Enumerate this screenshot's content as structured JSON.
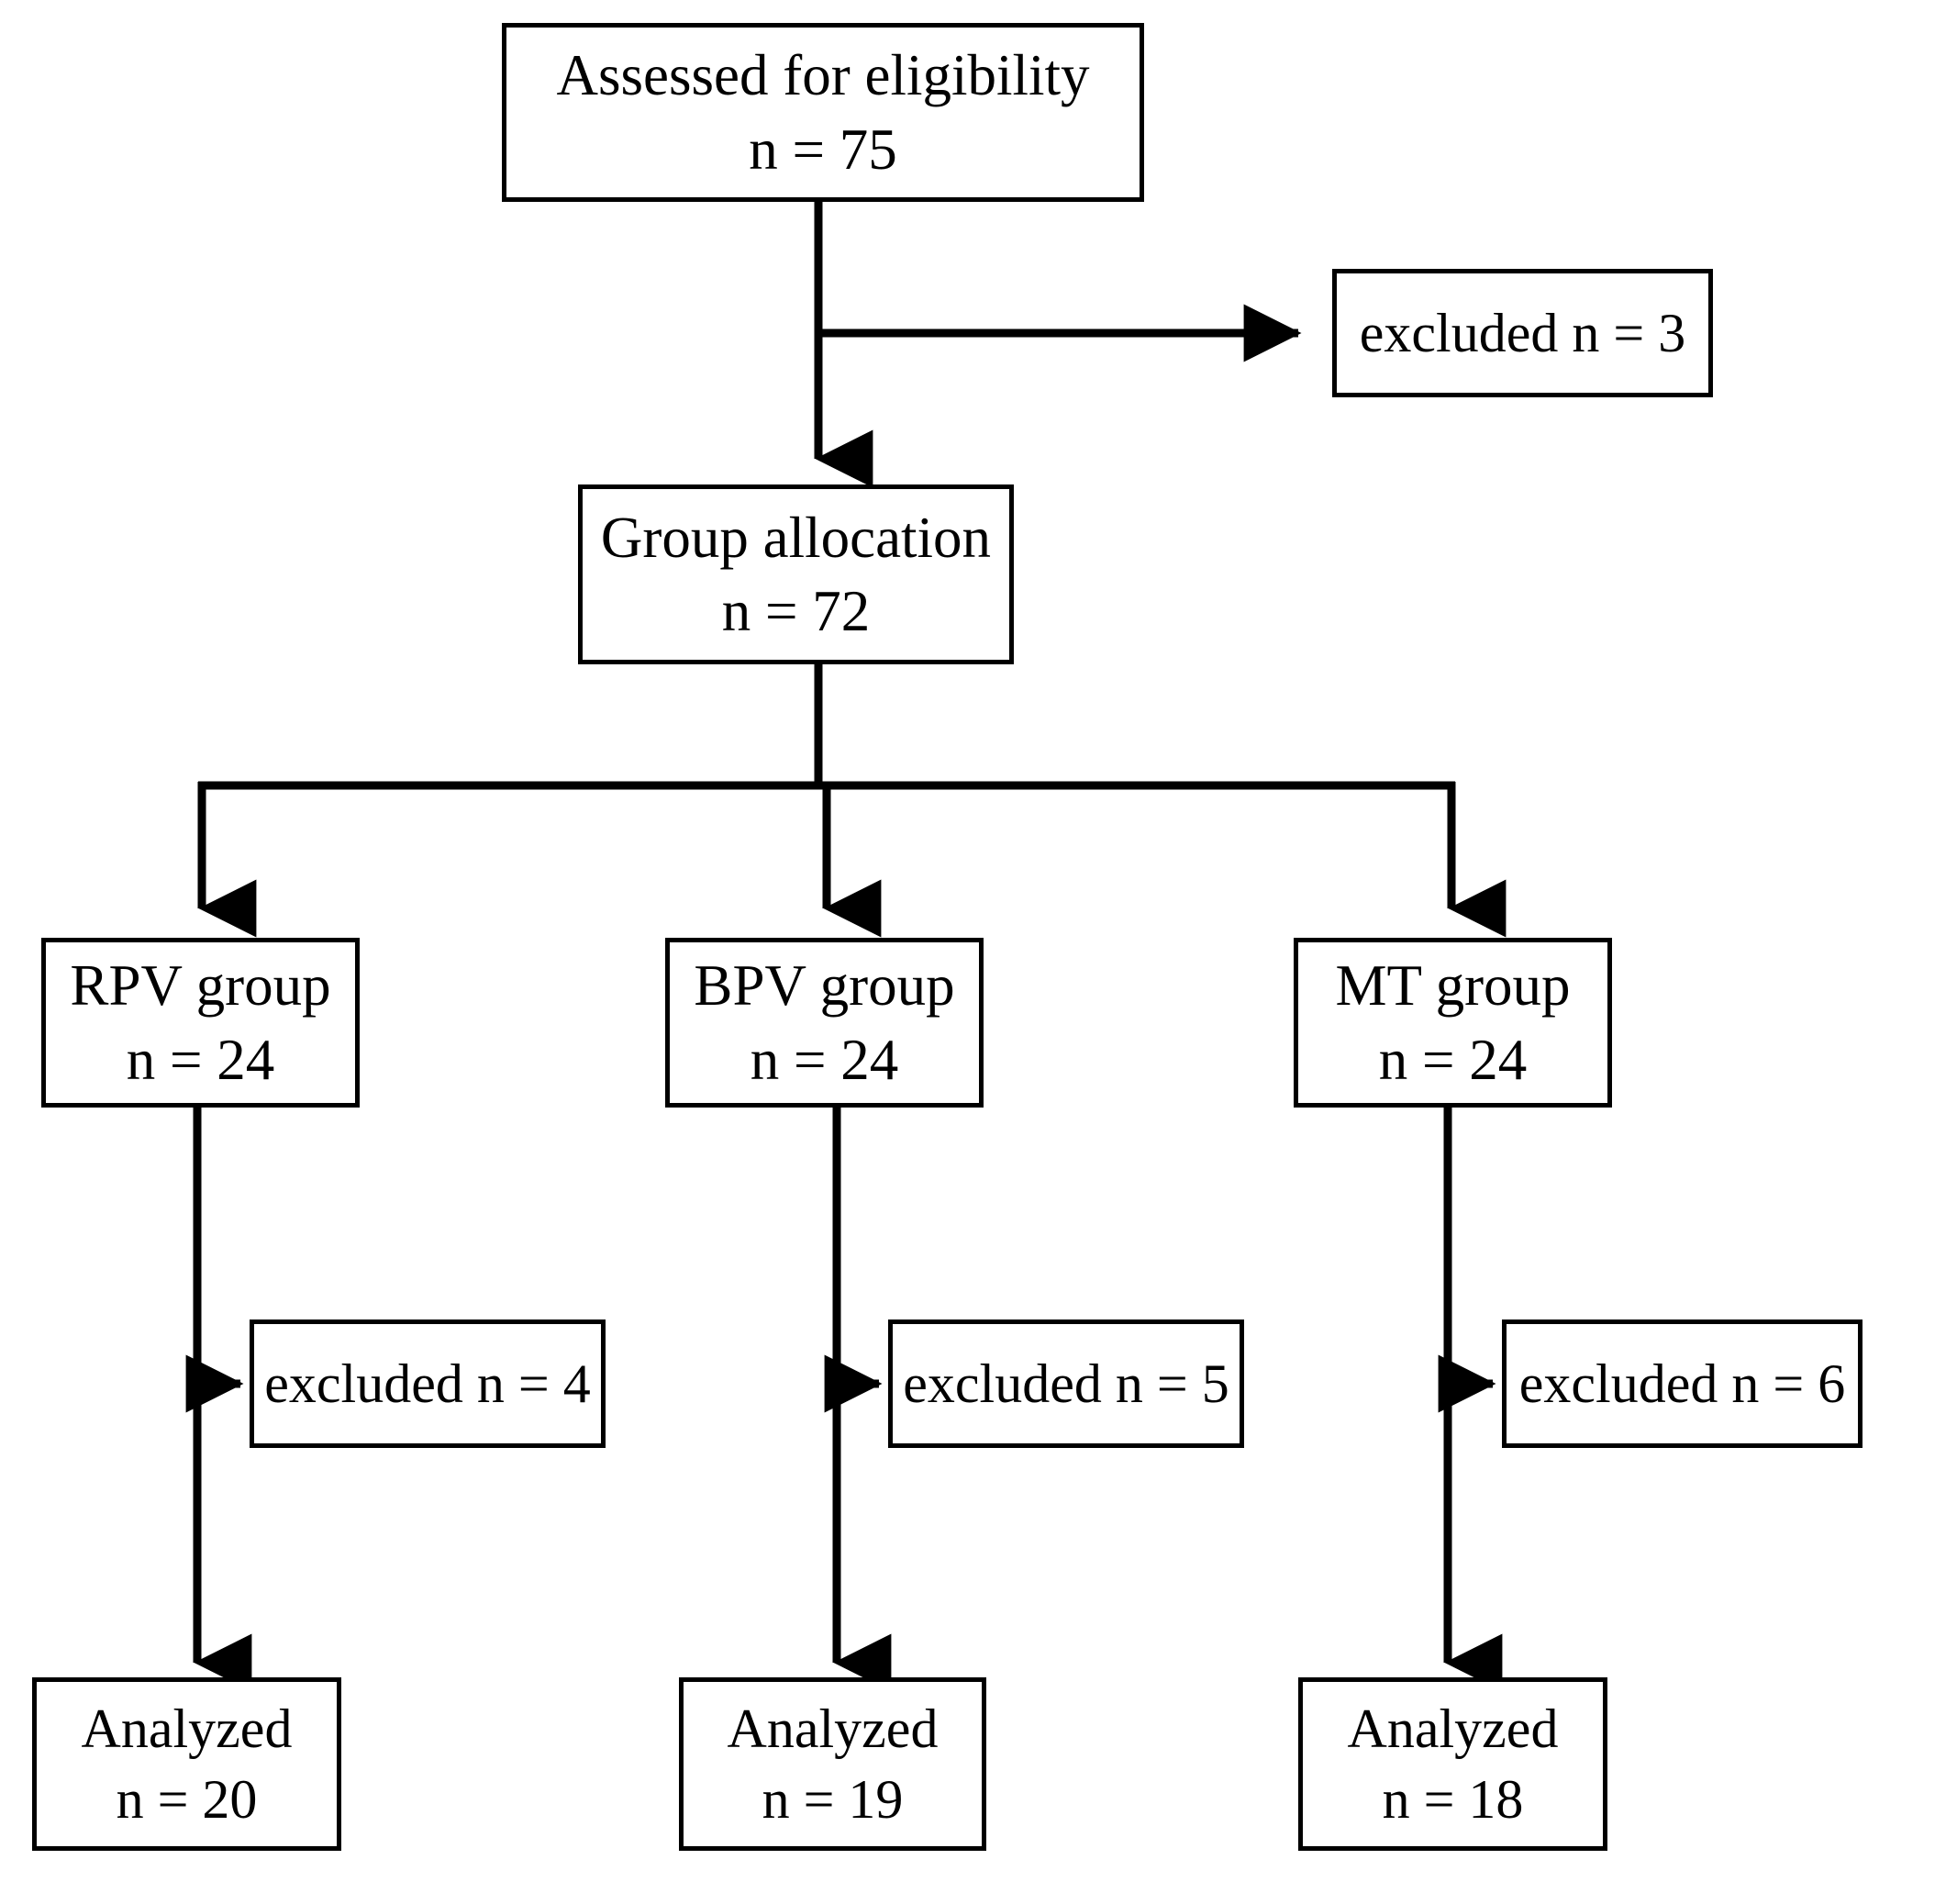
{
  "diagram": {
    "type": "consort-flow-diagram",
    "nodes": {
      "assessed": {
        "title": "Assessed for eligibility",
        "count": "n = 75"
      },
      "excluded_top": {
        "label": "excluded n = 3"
      },
      "allocation": {
        "title": "Group allocation",
        "count": "n = 72"
      },
      "rpv_group": {
        "title": "RPV group",
        "count": "n = 24"
      },
      "bpv_group": {
        "title": "BPV group",
        "count": "n = 24"
      },
      "mt_group": {
        "title": "MT group",
        "count": "n = 24"
      },
      "excluded_rpv": {
        "label": "excluded n = 4"
      },
      "excluded_bpv": {
        "label": "excluded n = 5"
      },
      "excluded_mt": {
        "label": "excluded n = 6"
      },
      "analyzed_rpv": {
        "title": "Analyzed",
        "count": "n = 20"
      },
      "analyzed_bpv": {
        "title": "Analyzed",
        "count": "n = 19"
      },
      "analyzed_mt": {
        "title": "Analyzed",
        "count": "n = 18"
      }
    },
    "colors": {
      "stroke": "#000000",
      "background": "#ffffff",
      "text": "#000000"
    }
  }
}
